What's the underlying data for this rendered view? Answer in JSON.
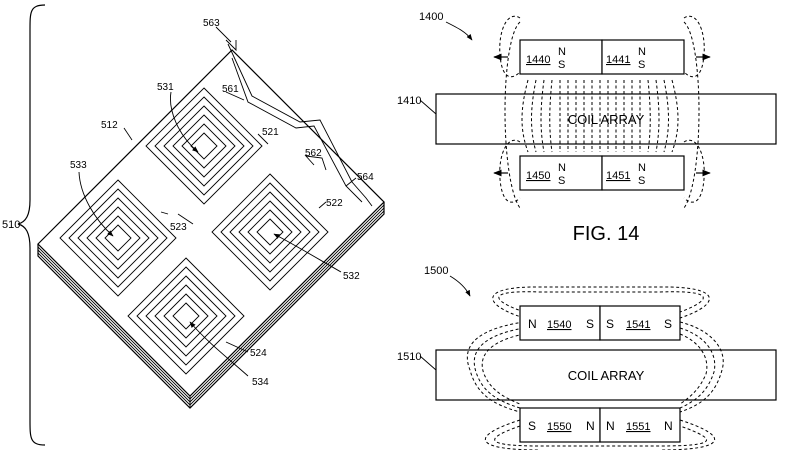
{
  "left_figure": {
    "bracket_label": "510",
    "refs": {
      "r512": "512",
      "r521": "521",
      "r522": "522",
      "r523": "523",
      "r524": "524",
      "r531": "531",
      "r532": "532",
      "r533": "533",
      "r534": "534",
      "r561": "561",
      "r562": "562",
      "r563": "563",
      "r564": "564"
    }
  },
  "fig14": {
    "ref": "1400",
    "array_ref": "1410",
    "coil_label": "COIL ARRAY",
    "caption": "FIG. 14",
    "top_magnets": [
      {
        "ref": "1440",
        "pole_top": "N",
        "pole_bottom": "S"
      },
      {
        "ref": "1441",
        "pole_top": "N",
        "pole_bottom": "S"
      }
    ],
    "bottom_magnets": [
      {
        "ref": "1450",
        "pole_top": "N",
        "pole_bottom": "S"
      },
      {
        "ref": "1451",
        "pole_top": "N",
        "pole_bottom": "S"
      }
    ]
  },
  "fig15": {
    "ref": "1500",
    "array_ref": "1510",
    "coil_label": "COIL ARRAY",
    "top_magnets": [
      {
        "ref": "1540",
        "pole_left": "N",
        "pole_right": "S"
      },
      {
        "ref": "1541",
        "pole_left": "S",
        "pole_right": "S"
      }
    ],
    "bottom_magnets": [
      {
        "ref": "1550",
        "pole_left": "S",
        "pole_right": "N"
      },
      {
        "ref": "1551",
        "pole_left": "N",
        "pole_right": "N"
      }
    ]
  }
}
